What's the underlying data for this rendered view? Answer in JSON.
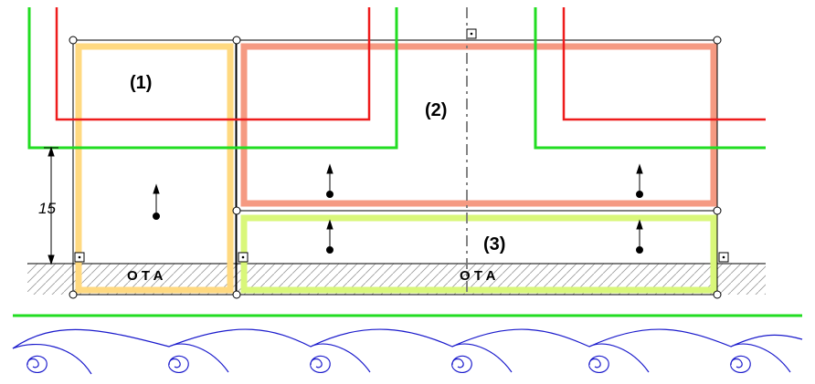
{
  "diagram": {
    "regions": [
      {
        "label": "(1)",
        "color": "#ffd980"
      },
      {
        "label": "(2)",
        "color": "#f59a82"
      },
      {
        "label": "(3)",
        "color": "#d9f77a"
      }
    ],
    "ground_labels": [
      "O T A",
      "O T A"
    ],
    "dimension": "15",
    "colors": {
      "outline": "#000000",
      "red_line": "#ee1c1c",
      "green_line": "#22dd22",
      "water": "#1a1acc",
      "hatch": "#9a9a9a",
      "axis": "#777777"
    }
  }
}
